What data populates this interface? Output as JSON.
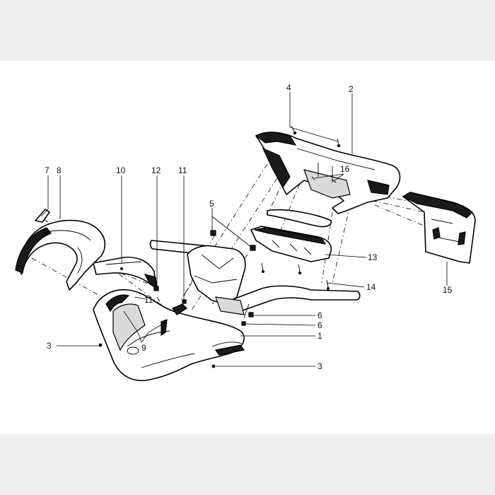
{
  "diagram": {
    "callouts": [
      {
        "id": "c4",
        "label": "4"
      },
      {
        "id": "c2",
        "label": "2"
      },
      {
        "id": "c16",
        "label": "16"
      },
      {
        "id": "c7",
        "label": "7"
      },
      {
        "id": "c8",
        "label": "8"
      },
      {
        "id": "c10",
        "label": "10"
      },
      {
        "id": "c12",
        "label": "12"
      },
      {
        "id": "c11a",
        "label": "11"
      },
      {
        "id": "c5",
        "label": "5"
      },
      {
        "id": "c13",
        "label": "13"
      },
      {
        "id": "c14",
        "label": "14"
      },
      {
        "id": "c15",
        "label": "15"
      },
      {
        "id": "c11b",
        "label": "11"
      },
      {
        "id": "c6a",
        "label": "6"
      },
      {
        "id": "c6b",
        "label": "6"
      },
      {
        "id": "c1",
        "label": "1"
      },
      {
        "id": "c3a",
        "label": "3"
      },
      {
        "id": "c9",
        "label": "9"
      },
      {
        "id": "c3b",
        "label": "3"
      }
    ]
  }
}
